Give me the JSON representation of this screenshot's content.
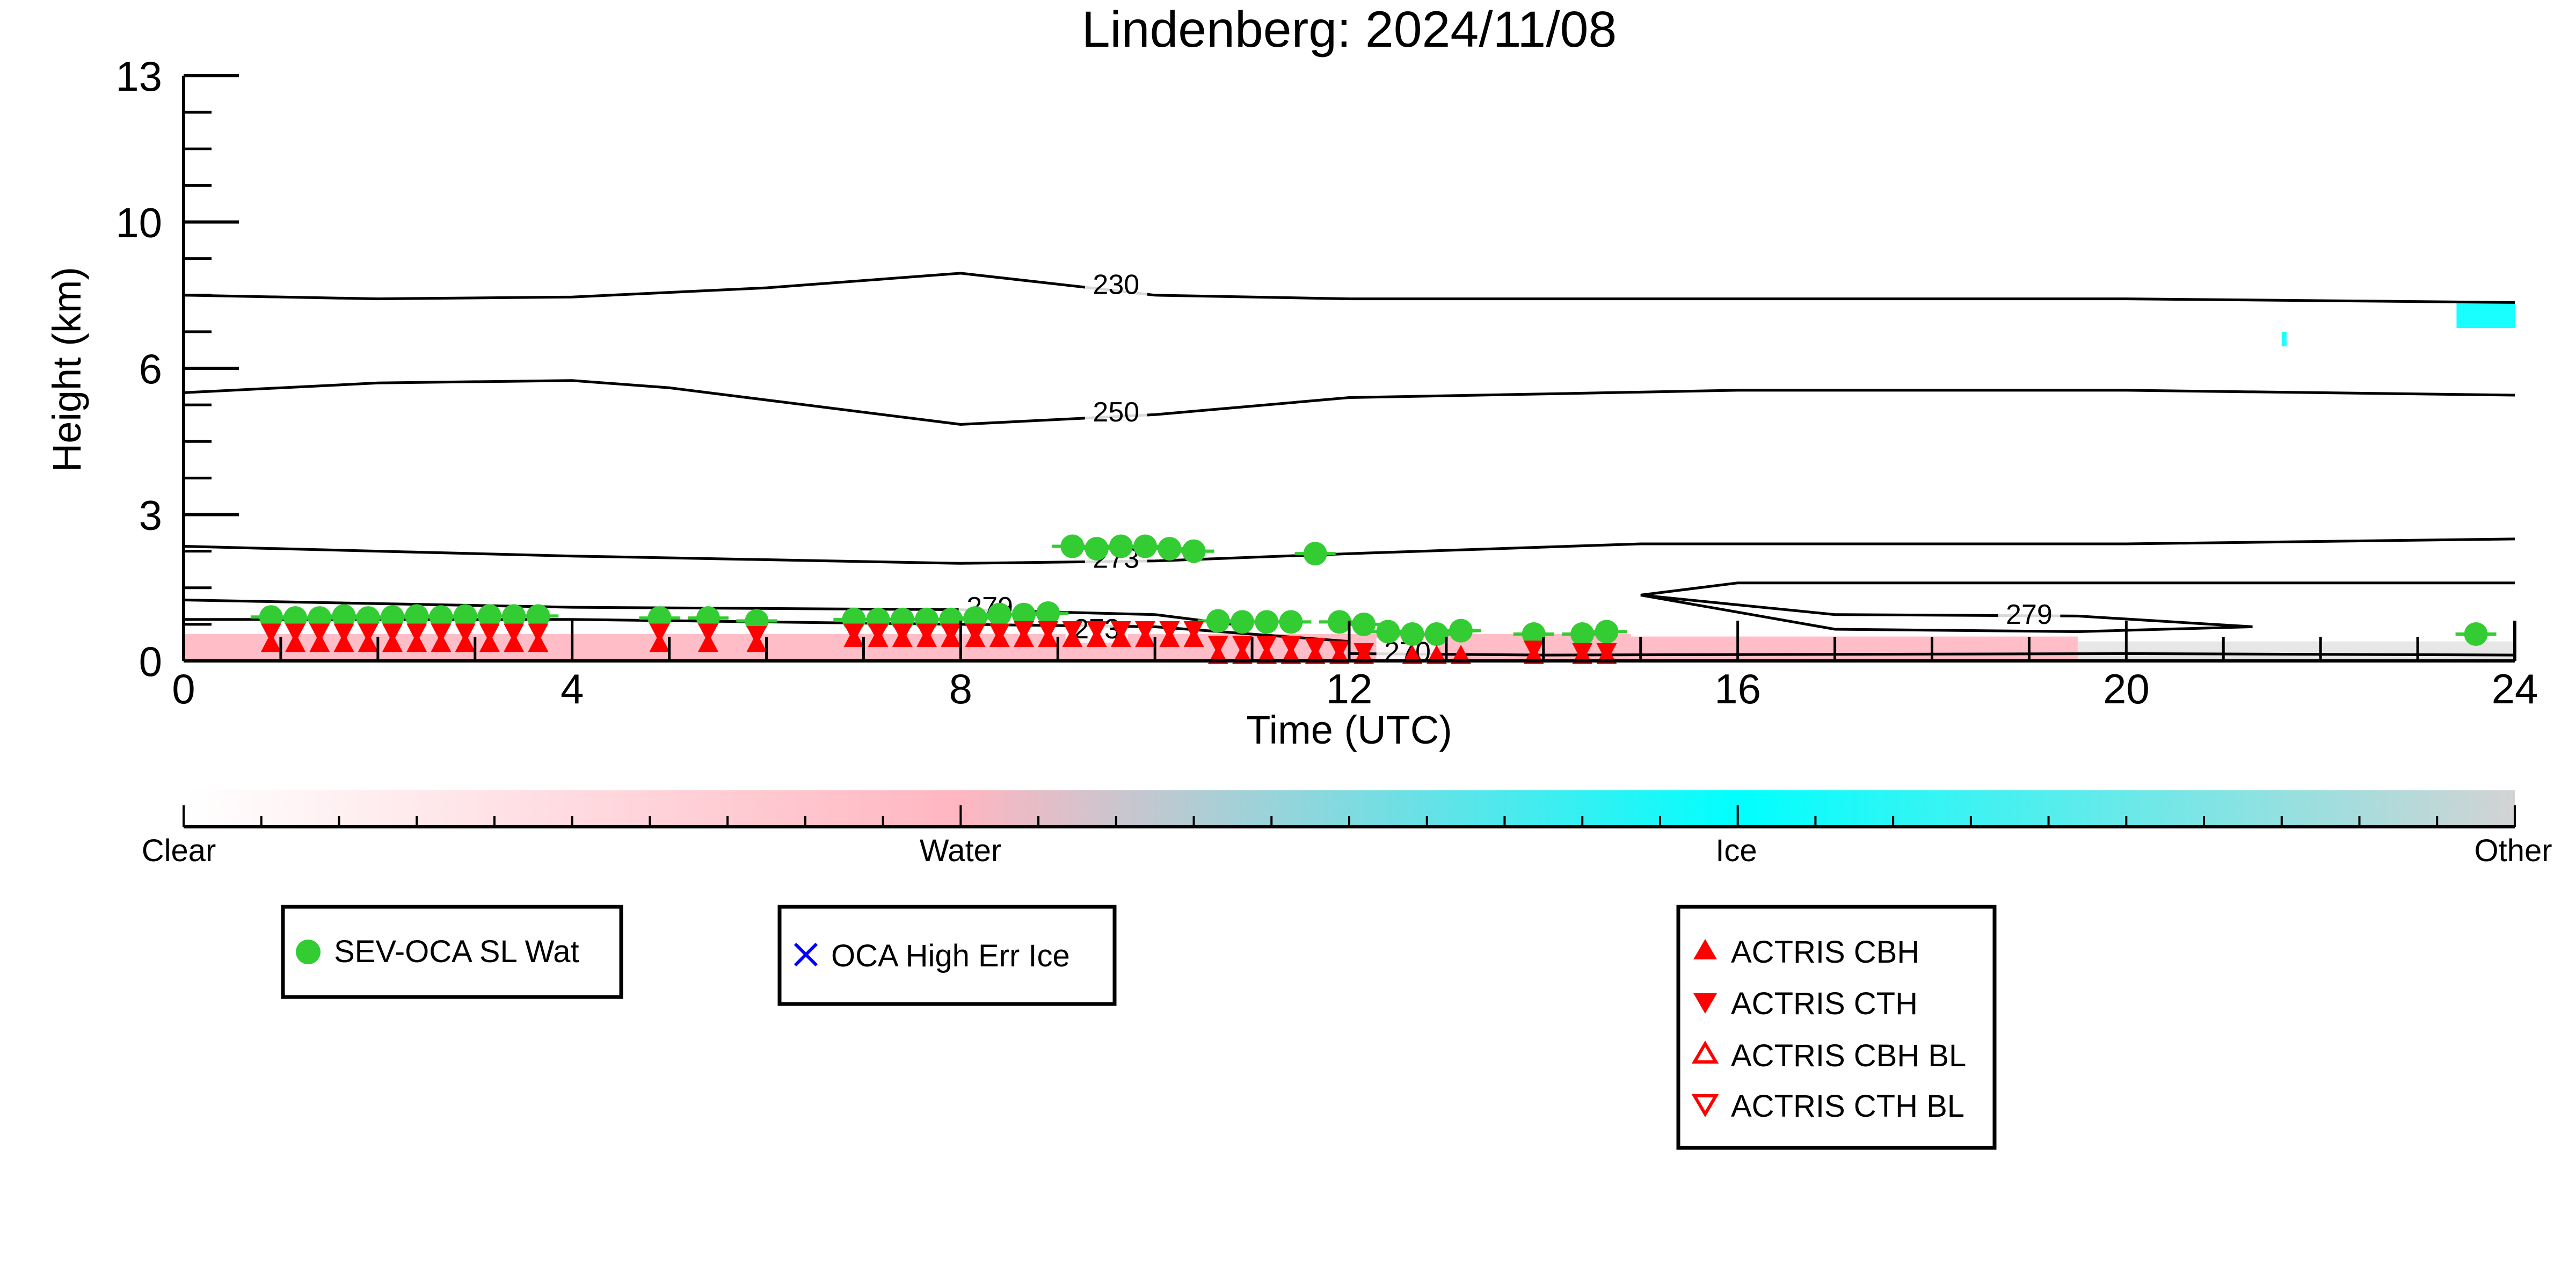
{
  "chart_data": {
    "type": "scatter",
    "title": "Lindenberg: 2024/11/08",
    "xlabel": "Time (UTC)",
    "ylabel": "Height (km)",
    "xlim": [
      0,
      24
    ],
    "x_ticks": [
      "0",
      "4",
      "8",
      "12",
      "16",
      "20",
      "24"
    ],
    "y_ticks": [
      "0",
      "3",
      "6",
      "10",
      "13"
    ],
    "y_scale": "non-linear (tick labels 0, 3, 6, 10, 13 equally spaced)",
    "colorbar": {
      "labels": [
        "Clear",
        "Water",
        "Ice",
        "Other"
      ],
      "colors": [
        "#ffffff",
        "#ffb6c1",
        "#00ffff",
        "#d3d3d3"
      ]
    },
    "contours": [
      {
        "label": "230",
        "x": [
          0,
          2,
          4,
          6,
          8,
          9,
          10,
          12,
          16,
          20,
          24
        ],
        "y": [
          8.0,
          7.9,
          7.95,
          8.2,
          8.6,
          8.3,
          8.0,
          7.9,
          7.9,
          7.9,
          7.8
        ]
      },
      {
        "label": "250",
        "x": [
          0,
          2,
          4,
          5,
          8,
          10,
          12,
          16,
          20,
          24
        ],
        "y": [
          5.5,
          5.7,
          5.75,
          5.6,
          4.85,
          5.05,
          5.4,
          5.55,
          5.55,
          5.45
        ]
      },
      {
        "label": "273",
        "x": [
          0,
          4,
          8,
          10,
          12,
          15,
          20,
          24
        ],
        "y": [
          2.35,
          2.15,
          2.0,
          2.05,
          2.2,
          2.4,
          2.4,
          2.5
        ]
      },
      {
        "label": "279",
        "x": [
          0,
          4,
          8,
          10,
          11
        ],
        "y": [
          1.25,
          1.1,
          1.05,
          0.95,
          0.7
        ]
      },
      {
        "label": "279",
        "x": [
          15,
          16,
          20,
          24
        ],
        "y": [
          1.35,
          1.6,
          1.6,
          1.6
        ]
      },
      {
        "label": "279",
        "x": [
          15,
          17,
          19.5,
          21.3,
          19.5,
          17,
          15
        ],
        "y": [
          1.35,
          0.95,
          0.92,
          0.7,
          0.6,
          0.65,
          1.35
        ]
      },
      {
        "label": "273",
        "x": [
          0,
          4,
          8,
          10,
          12
        ],
        "y": [
          0.85,
          0.85,
          0.75,
          0.7,
          0.4
        ]
      },
      {
        "label": "270",
        "x": [
          12,
          14,
          20,
          24
        ],
        "y": [
          0.15,
          0.12,
          0.15,
          0.12
        ]
      }
    ],
    "contour_labels": [
      {
        "text": "230",
        "x": 9.6,
        "y": 8.15
      },
      {
        "text": "250",
        "x": 9.6,
        "y": 5.0
      },
      {
        "text": "273",
        "x": 9.6,
        "y": 2.0
      },
      {
        "text": "279",
        "x": 8.3,
        "y": 1.0
      },
      {
        "text": "273",
        "x": 9.4,
        "y": 0.55
      },
      {
        "text": "279",
        "x": 19.0,
        "y": 0.85
      },
      {
        "text": "270",
        "x": 12.6,
        "y": 0.08
      }
    ],
    "series": [
      {
        "name": "SEV-OCA SL Wat",
        "color": "#33cc33",
        "x": [
          0.9,
          1.15,
          1.4,
          1.65,
          1.9,
          2.15,
          2.4,
          2.65,
          2.9,
          3.15,
          3.4,
          3.65,
          4.9,
          5.4,
          5.9,
          6.9,
          7.15,
          7.4,
          7.65,
          7.9,
          8.15,
          8.4,
          8.65,
          8.9,
          9.15,
          9.4,
          9.65,
          9.9,
          10.15,
          10.4,
          10.65,
          10.9,
          11.15,
          11.4,
          11.65,
          11.9,
          12.15,
          12.4,
          12.65,
          12.9,
          13.15,
          13.9,
          14.4,
          14.65,
          23.6
        ],
        "y": [
          0.9,
          0.88,
          0.88,
          0.92,
          0.88,
          0.9,
          0.92,
          0.9,
          0.92,
          0.92,
          0.92,
          0.92,
          0.88,
          0.88,
          0.82,
          0.85,
          0.85,
          0.85,
          0.85,
          0.85,
          0.88,
          0.95,
          0.95,
          0.98,
          2.35,
          2.3,
          2.35,
          2.35,
          2.3,
          2.25,
          0.82,
          0.8,
          0.8,
          0.8,
          2.2,
          0.8,
          0.75,
          0.6,
          0.55,
          0.55,
          0.62,
          0.55,
          0.55,
          0.6,
          0.55
        ]
      },
      {
        "name": "OCA High Err Ice",
        "color": "#0000ff",
        "x": [],
        "y": []
      },
      {
        "name": "ACTRIS CBH",
        "color": "#ff0000",
        "x": [
          0.9,
          1.15,
          1.4,
          1.65,
          1.9,
          2.15,
          2.4,
          2.65,
          2.9,
          3.15,
          3.4,
          3.65,
          4.9,
          5.4,
          5.9,
          6.9,
          7.15,
          7.4,
          7.65,
          7.9,
          8.15,
          8.4,
          8.65,
          8.9,
          9.15,
          9.4,
          9.65,
          9.9,
          10.15,
          10.4,
          10.65,
          10.9,
          11.15,
          11.4,
          11.65,
          11.9,
          12.15,
          12.65,
          12.9,
          13.15,
          13.9,
          14.4,
          14.65
        ],
        "y": [
          0.35,
          0.35,
          0.35,
          0.35,
          0.35,
          0.35,
          0.35,
          0.35,
          0.35,
          0.35,
          0.35,
          0.35,
          0.35,
          0.35,
          0.35,
          0.45,
          0.45,
          0.45,
          0.45,
          0.45,
          0.45,
          0.45,
          0.45,
          0.45,
          0.45,
          0.45,
          0.45,
          0.45,
          0.45,
          0.45,
          0.1,
          0.1,
          0.1,
          0.1,
          0.1,
          0.1,
          0.1,
          0.1,
          0.1,
          0.1,
          0.1,
          0.1,
          0.1
        ]
      },
      {
        "name": "ACTRIS CTH",
        "color": "#ff0000",
        "x": [
          0.9,
          1.15,
          1.4,
          1.65,
          1.9,
          2.15,
          2.4,
          2.65,
          2.9,
          3.15,
          3.4,
          3.65,
          4.9,
          5.4,
          5.9,
          6.9,
          7.15,
          7.4,
          7.65,
          7.9,
          8.15,
          8.4,
          8.65,
          8.9,
          9.15,
          9.4,
          9.65,
          9.9,
          10.15,
          10.4,
          10.65,
          10.9,
          11.15,
          11.4,
          11.65,
          11.9,
          12.15,
          13.9,
          14.4,
          14.65
        ],
        "y": [
          0.6,
          0.6,
          0.6,
          0.6,
          0.6,
          0.6,
          0.6,
          0.6,
          0.6,
          0.6,
          0.6,
          0.6,
          0.6,
          0.6,
          0.55,
          0.6,
          0.6,
          0.6,
          0.6,
          0.6,
          0.6,
          0.6,
          0.65,
          0.65,
          0.65,
          0.65,
          0.65,
          0.65,
          0.65,
          0.65,
          0.35,
          0.35,
          0.35,
          0.35,
          0.3,
          0.25,
          0.2,
          0.25,
          0.2,
          0.2
        ]
      },
      {
        "name": "ACTRIS CBH BL",
        "color": "#ff0000",
        "x": [],
        "y": []
      },
      {
        "name": "ACTRIS CTH BL",
        "color": "#ff0000",
        "x": [],
        "y": []
      }
    ],
    "classification_bands": [
      {
        "class": "Water",
        "x0": 0,
        "x1": 14.9,
        "y0": 0,
        "y1": 0.55
      },
      {
        "class": "Water",
        "x0": 14.9,
        "x1": 19.5,
        "y0": 0,
        "y1": 0.5
      },
      {
        "class": "Other",
        "x0": 19.5,
        "x1": 24,
        "y0": 0,
        "y1": 0.4
      },
      {
        "class": "Ice",
        "x0": 23.4,
        "x1": 24,
        "y0": 7.1,
        "y1": 7.8
      },
      {
        "class": "Ice",
        "x0": 21.6,
        "x1": 21.65,
        "y0": 6.6,
        "y1": 7.0
      }
    ],
    "legend": [
      {
        "label": "SEV-OCA SL Wat",
        "marker": "circle",
        "color": "#33cc33"
      },
      {
        "label": "OCA High Err Ice",
        "marker": "x",
        "color": "#0000ff"
      },
      {
        "label": "ACTRIS CBH",
        "marker": "triangle-up",
        "color": "#ff0000"
      },
      {
        "label": "ACTRIS CTH",
        "marker": "triangle-down",
        "color": "#ff0000"
      },
      {
        "label": "ACTRIS CBH BL",
        "marker": "triangle-up-open",
        "color": "#ff0000"
      },
      {
        "label": "ACTRIS CTH BL",
        "marker": "triangle-down-open",
        "color": "#ff0000"
      }
    ],
    "grid": false
  }
}
